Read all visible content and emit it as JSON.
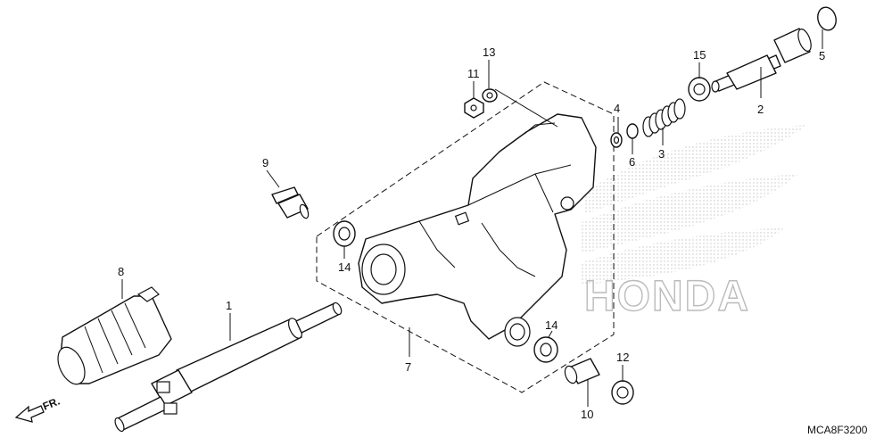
{
  "diagram": {
    "callouts": [
      "1",
      "2",
      "3",
      "4",
      "5",
      "6",
      "7",
      "8",
      "9",
      "10",
      "11",
      "12",
      "13",
      "14",
      "14",
      "15"
    ],
    "front_arrow_label": "FR.",
    "diagram_code": "MCA8F3200",
    "watermark": "HONDA"
  }
}
